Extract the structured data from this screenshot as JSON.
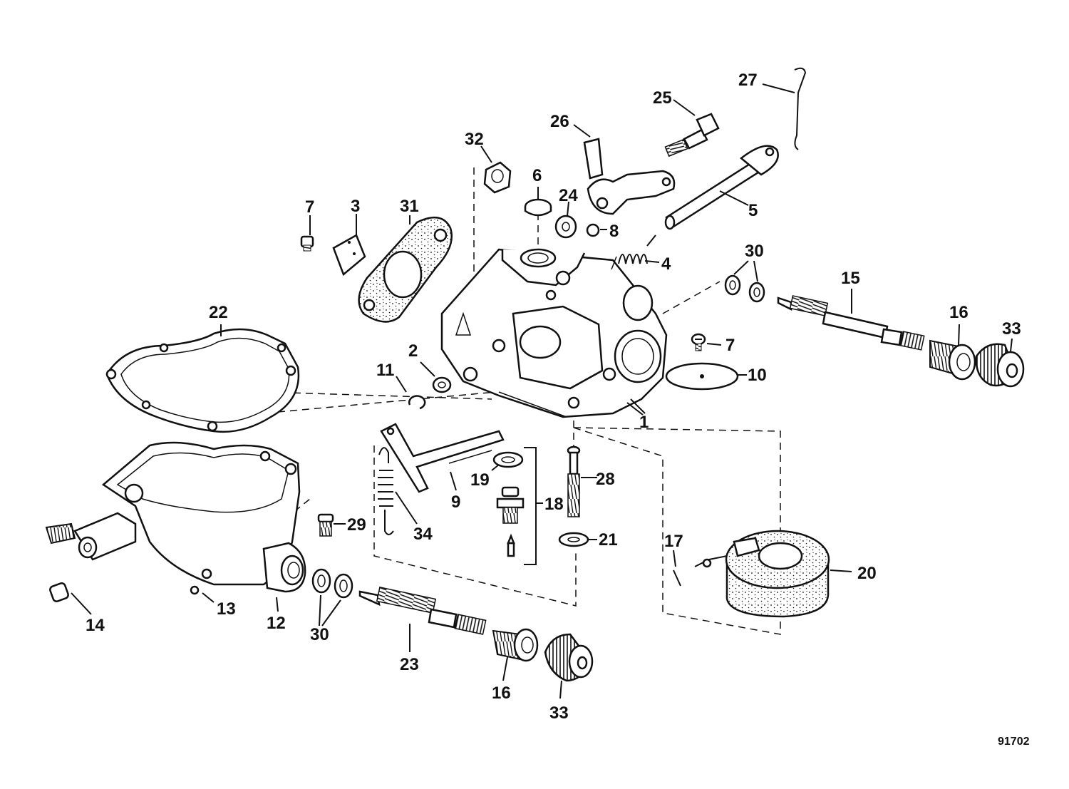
{
  "diagram": {
    "reference_number": "91702",
    "callouts": [
      "1",
      "2",
      "3",
      "4",
      "5",
      "6",
      "7",
      "7",
      "8",
      "9",
      "10",
      "11",
      "12",
      "13",
      "14",
      "15",
      "16",
      "16",
      "17",
      "18",
      "19",
      "20",
      "21",
      "22",
      "23",
      "24",
      "25",
      "26",
      "27",
      "28",
      "29",
      "30",
      "30",
      "31",
      "32",
      "33",
      "33",
      "34"
    ]
  }
}
